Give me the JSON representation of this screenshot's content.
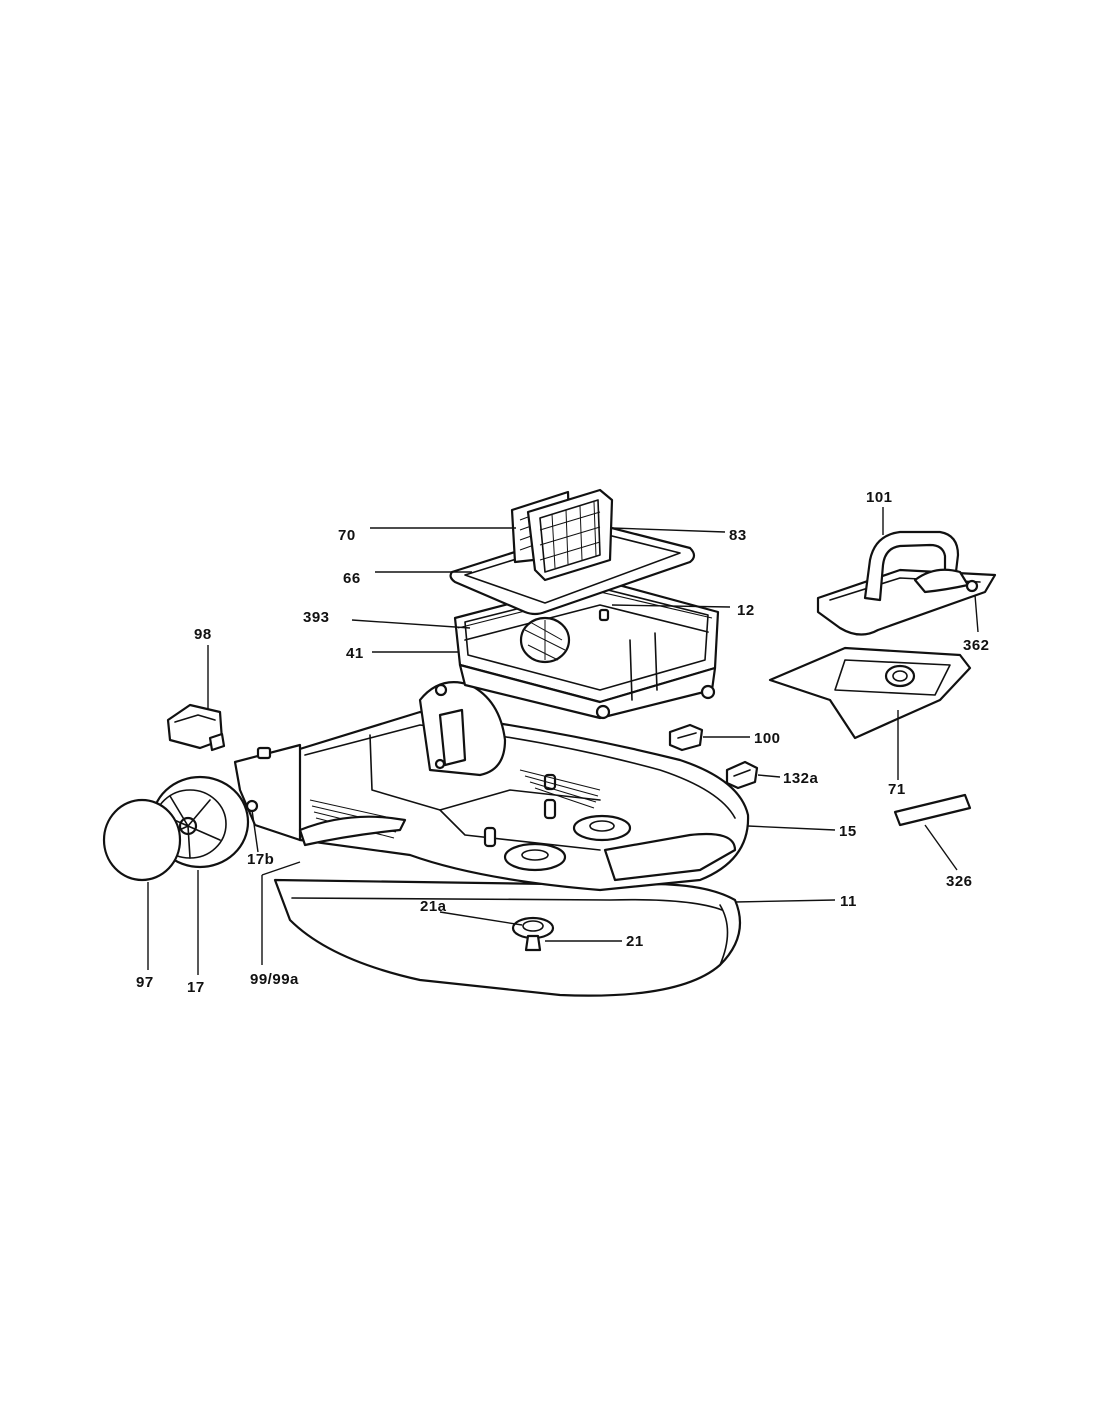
{
  "diagram": {
    "labels": {
      "p70": "70",
      "p83": "83",
      "p66": "66",
      "p393": "393",
      "p12": "12",
      "p41": "41",
      "p98": "98",
      "p101": "101",
      "p362": "362",
      "p100": "100",
      "p132a": "132a",
      "p71": "71",
      "p15": "15",
      "p17b": "17b",
      "p326": "326",
      "p11": "11",
      "p21a": "21a",
      "p21": "21",
      "p97": "97",
      "p17": "17",
      "p99": "99/99a"
    }
  }
}
